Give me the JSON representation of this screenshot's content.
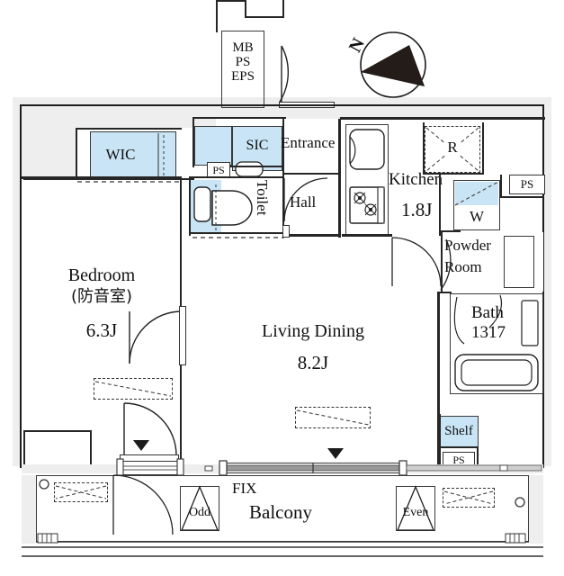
{
  "plan": {
    "title": "Apartment Floor Plan",
    "compass": {
      "label": "N",
      "name": "north-arrow"
    },
    "colors": {
      "storage_fill": "#c9e5f5",
      "outside_fill": "#eeeeee",
      "wall": "#1a1a1a",
      "line": "#262626",
      "text": "#111111"
    },
    "rooms": [
      {
        "key": "mb_ps_eps",
        "label_lines": [
          "MB",
          "PS",
          "EPS"
        ],
        "label": "MB PS EPS"
      },
      {
        "key": "wic",
        "label": "WIC"
      },
      {
        "key": "sic",
        "label": "SIC"
      },
      {
        "key": "ps_toilet",
        "label": "PS"
      },
      {
        "key": "toilet",
        "label": "Toilet"
      },
      {
        "key": "entrance",
        "label": "Entrance"
      },
      {
        "key": "hall",
        "label": "Hall"
      },
      {
        "key": "kitchen",
        "label": "Kitchen",
        "area": "1.8J"
      },
      {
        "key": "refrigerator",
        "label": "R"
      },
      {
        "key": "washer",
        "label": "W"
      },
      {
        "key": "ps_right",
        "label": "PS"
      },
      {
        "key": "powder_room",
        "label_lines": [
          "Powder",
          "Room"
        ],
        "label": "Powder Room"
      },
      {
        "key": "bath",
        "label": "Bath",
        "size": "1317"
      },
      {
        "key": "bedroom",
        "label": "Bedroom",
        "sublabel": "(防音室)",
        "area": "6.3J"
      },
      {
        "key": "living_dining",
        "label": "Living Dining",
        "area": "8.2J"
      },
      {
        "key": "shelf",
        "label": "Shelf"
      },
      {
        "key": "ps_bottom",
        "label": "PS"
      },
      {
        "key": "balcony",
        "label": "Balcony"
      },
      {
        "key": "fix_window",
        "label": "FIX"
      },
      {
        "key": "partition_odd",
        "label": "Odd"
      },
      {
        "key": "partition_even",
        "label": "Even"
      }
    ],
    "labels": {
      "mb": "MB",
      "ps": "PS",
      "eps": "EPS",
      "wic": "WIC",
      "sic": "SIC",
      "ps_small": "PS",
      "toilet": "Toilet",
      "entrance": "Entrance",
      "hall": "Hall",
      "kitchen": "Kitchen",
      "kitchen_area": "1.8J",
      "refrigerator": "R",
      "washer": "W",
      "ps_right": "PS",
      "powder": "Powder",
      "room": "Room",
      "bath": "Bath",
      "bath_size": "1317",
      "bedroom": "Bedroom",
      "bedroom_sub": "(防音室)",
      "bedroom_area": "6.3J",
      "living_dining": "Living Dining",
      "living_area": "8.2J",
      "shelf": "Shelf",
      "ps_bottom": "PS",
      "balcony": "Balcony",
      "fix": "FIX",
      "odd": "Odd",
      "even": "Even",
      "north": "N"
    }
  }
}
